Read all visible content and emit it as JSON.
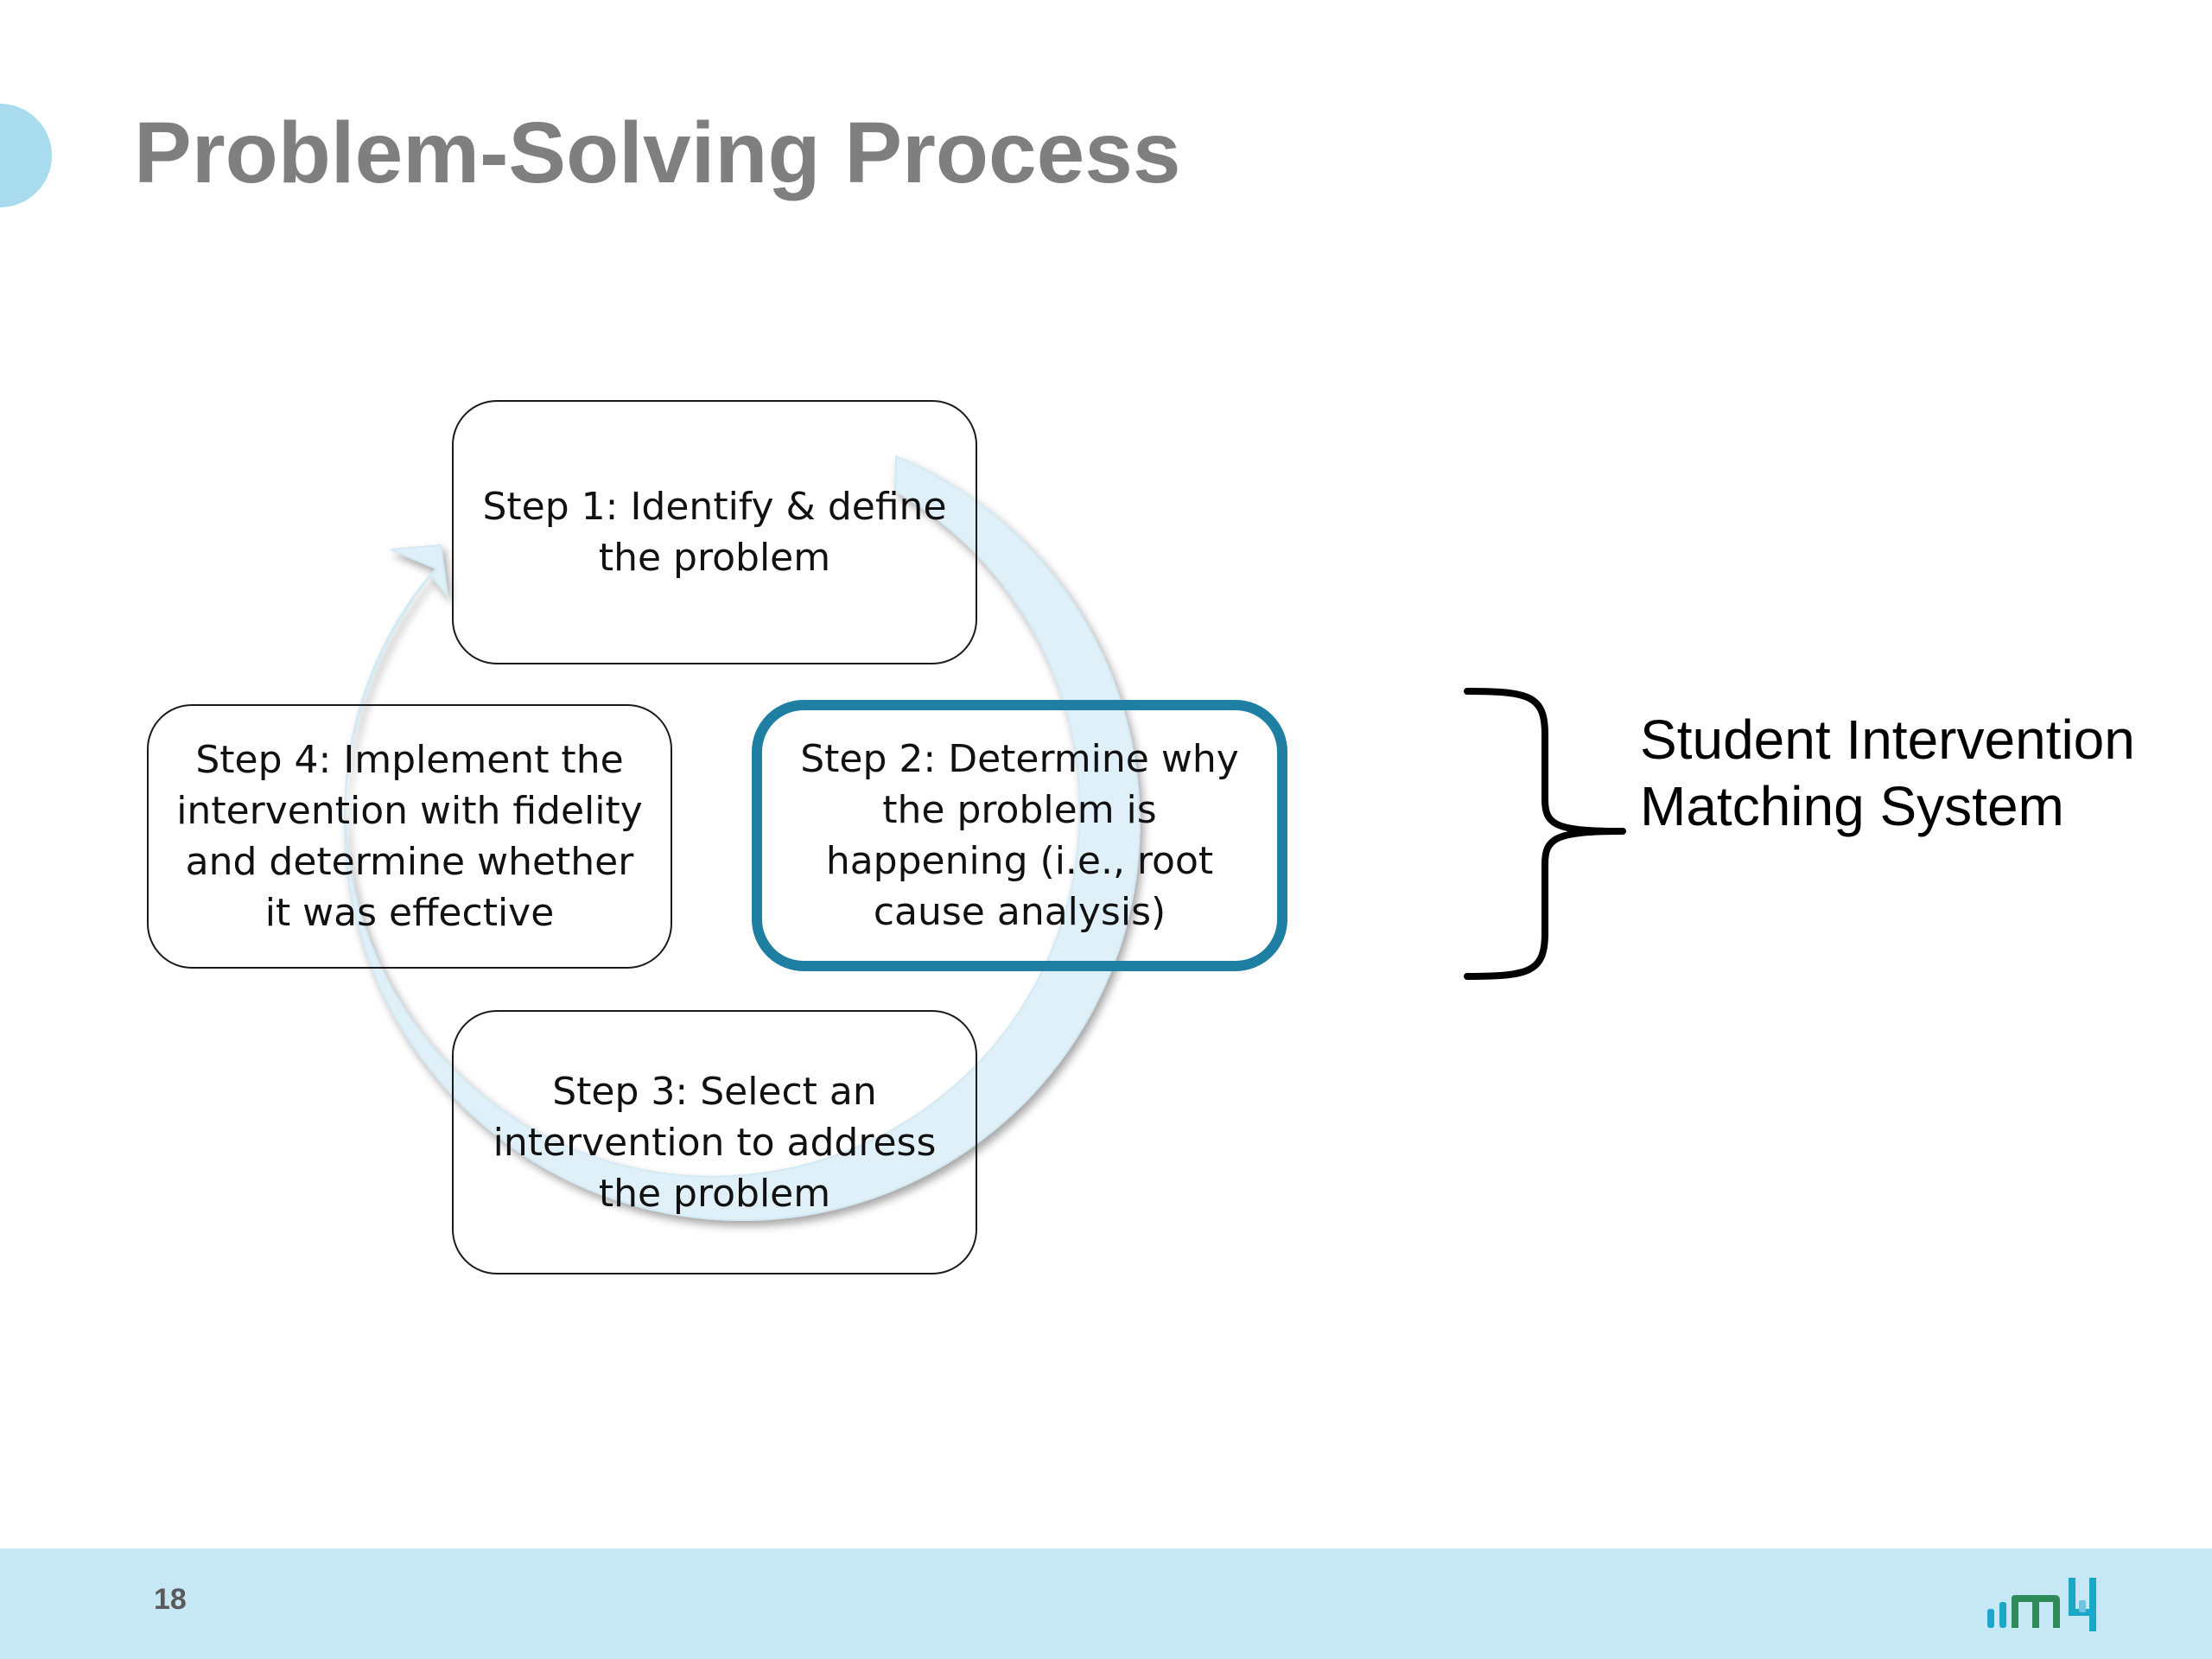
{
  "slide": {
    "title": "Problem-Solving Process",
    "page_number": "18"
  },
  "diagram": {
    "steps": [
      {
        "label": "Step 1: Identify & define the problem"
      },
      {
        "label": "Step 2: Determine why the problem is happening (i.e., root cause analysis)"
      },
      {
        "label": "Step 3: Select an intervention to address the problem"
      },
      {
        "label": "Step 4: Implement the intervention with fidelity and determine whether it was effective"
      }
    ],
    "highlighted_step": 2,
    "bracket_label": "Student Intervention Matching System"
  },
  "colors": {
    "title": "#7f7f7f",
    "highlight_border": "#1e7fa3",
    "cycle_arrow": "#dff0f8",
    "footer": "#c6e8f5",
    "accent_circle": "#a8dbee"
  },
  "icons": {
    "logo": "m4-logo"
  }
}
